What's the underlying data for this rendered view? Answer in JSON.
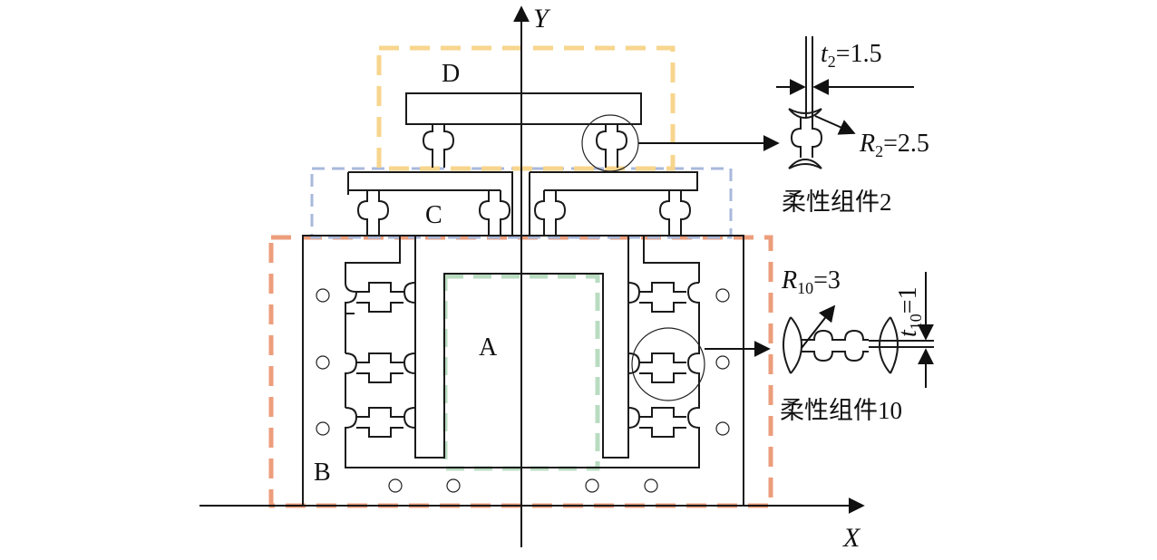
{
  "axes": {
    "x_label": "X",
    "y_label": "Y"
  },
  "regions": [
    {
      "id": "A",
      "label": "A",
      "color": "#b9dcc0"
    },
    {
      "id": "B",
      "label": "B",
      "color": "#ec9e7c"
    },
    {
      "id": "C",
      "label": "C",
      "color": "#a9b9dc"
    },
    {
      "id": "D",
      "label": "D",
      "color": "#f7d58d"
    }
  ],
  "flex_component_2": {
    "caption": "柔性组件2",
    "t_sym": "t",
    "t_sub": "2",
    "t_val": "=1.5",
    "r_sym": "R",
    "r_sub": "2",
    "r_val": "=2.5"
  },
  "flex_component_10": {
    "caption": "柔性组件10",
    "t_sym": "t",
    "t_sub": "10",
    "t_val": "=1",
    "r_sym": "R",
    "r_sub": "10",
    "r_val": "=3"
  }
}
